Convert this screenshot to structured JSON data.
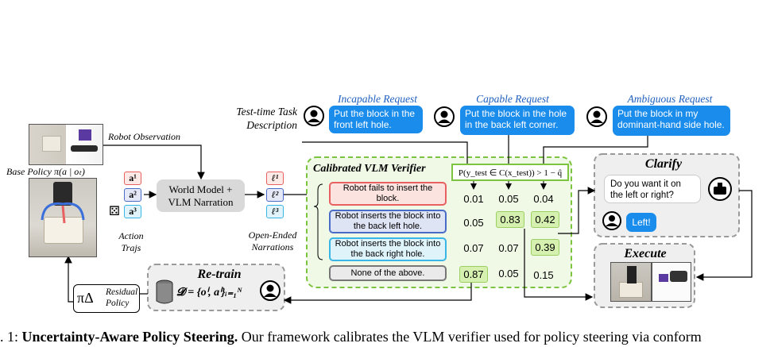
{
  "task_description": "Test-time Task\nDescription",
  "requests": [
    {
      "label": "Incapable Request",
      "text": "Put the block in the front left hole."
    },
    {
      "label": "Capable Request",
      "text": "Put the block in the hole in the back left corner."
    },
    {
      "label": "Ambiguous Request",
      "text": "Put the block in my dominant-hand side hole."
    }
  ],
  "robot_observation": "Robot Observation",
  "base_policy": "Base Policy π(a | oₜ)",
  "action_chips": [
    "a¹",
    "a²",
    "a³"
  ],
  "action_trajs": "Action\nTrajs",
  "world_model": "World Model +\nVLM Narration",
  "narration_chips": [
    "ℓ¹",
    "ℓ²",
    "ℓ³"
  ],
  "open_ended": "Open-Ended\nNarrations",
  "verifier": {
    "title": "Calibrated VLM Verifier",
    "condition": "P(y_test ∈ C(x_test)) > 1 − q̂",
    "options": [
      "Robot fails to insert the block.",
      "Robot inserts the block into the back left hole.",
      "Robot inserts the block into the back right hole.",
      "None of the above."
    ],
    "columns": [
      [
        "0.01",
        "0.05",
        "0.07",
        "0.87"
      ],
      [
        "0.05",
        "0.83",
        "0.07",
        "0.05"
      ],
      [
        "0.04",
        "0.42",
        "0.39",
        "0.15"
      ]
    ]
  },
  "clarify": {
    "title": "Clarify",
    "question": "Do you want it on the left or right?",
    "answer": "Left!"
  },
  "execute": {
    "title": "Execute"
  },
  "retrain": {
    "title": "Re-train",
    "dataset": "𝓓 = {oⁱ, aⁱ}ᵢ₌₁ᴺ"
  },
  "residual": {
    "symbol": "πΔ",
    "label": "Residual\nPolicy"
  },
  "caption": {
    "prefix": ". 1: ",
    "bold": "Uncertainty-Aware Policy Steering.",
    "rest": " Our framework calibrates the VLM verifier used for policy steering via conform"
  },
  "colors": {
    "blue": "#1a8ceb",
    "green_dash": "#7cc440",
    "green_fill": "#f0f9e6",
    "gray_dash": "#9a9a9a",
    "chip_red": "#e86060",
    "chip_blue": "#4a6cc9",
    "chip_cyan": "#39b5e6"
  }
}
